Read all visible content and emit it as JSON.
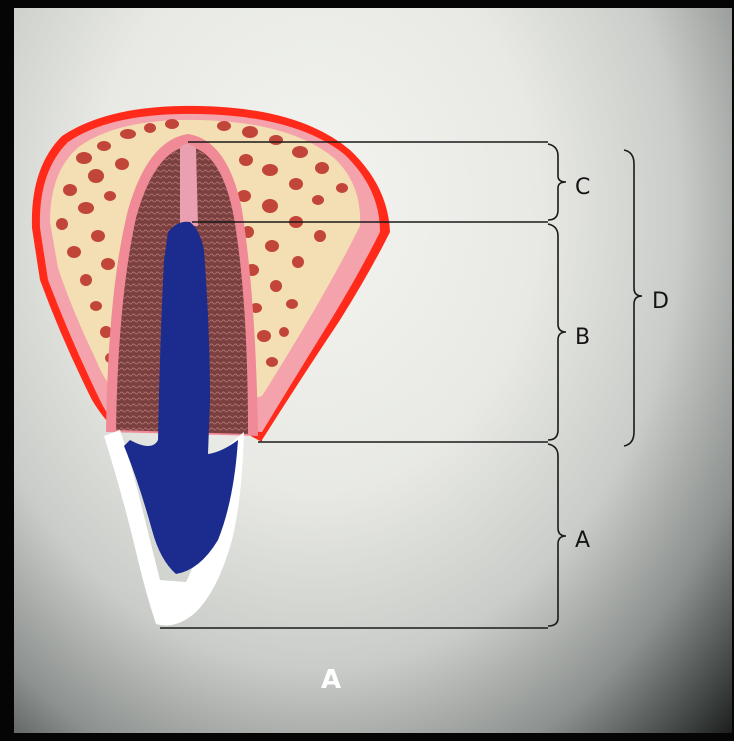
{
  "diagram": {
    "caption": "A",
    "regions": [
      {
        "id": "C",
        "label": "C"
      },
      {
        "id": "B",
        "label": "B"
      },
      {
        "id": "A",
        "label": "A"
      },
      {
        "id": "D",
        "label": "D"
      }
    ]
  },
  "colors": {
    "bone_matrix": "#f3dfb3",
    "bone_spaces": "#c2453a",
    "periosteum": "#f08a96",
    "gingiva_edge": "#ff2a1a",
    "cementum": "#e9a0b0",
    "pdl": "#7f4542",
    "pulp": "#1c2c8e",
    "enamel": "#ffffff",
    "leader_line": "#1a1a1a"
  }
}
